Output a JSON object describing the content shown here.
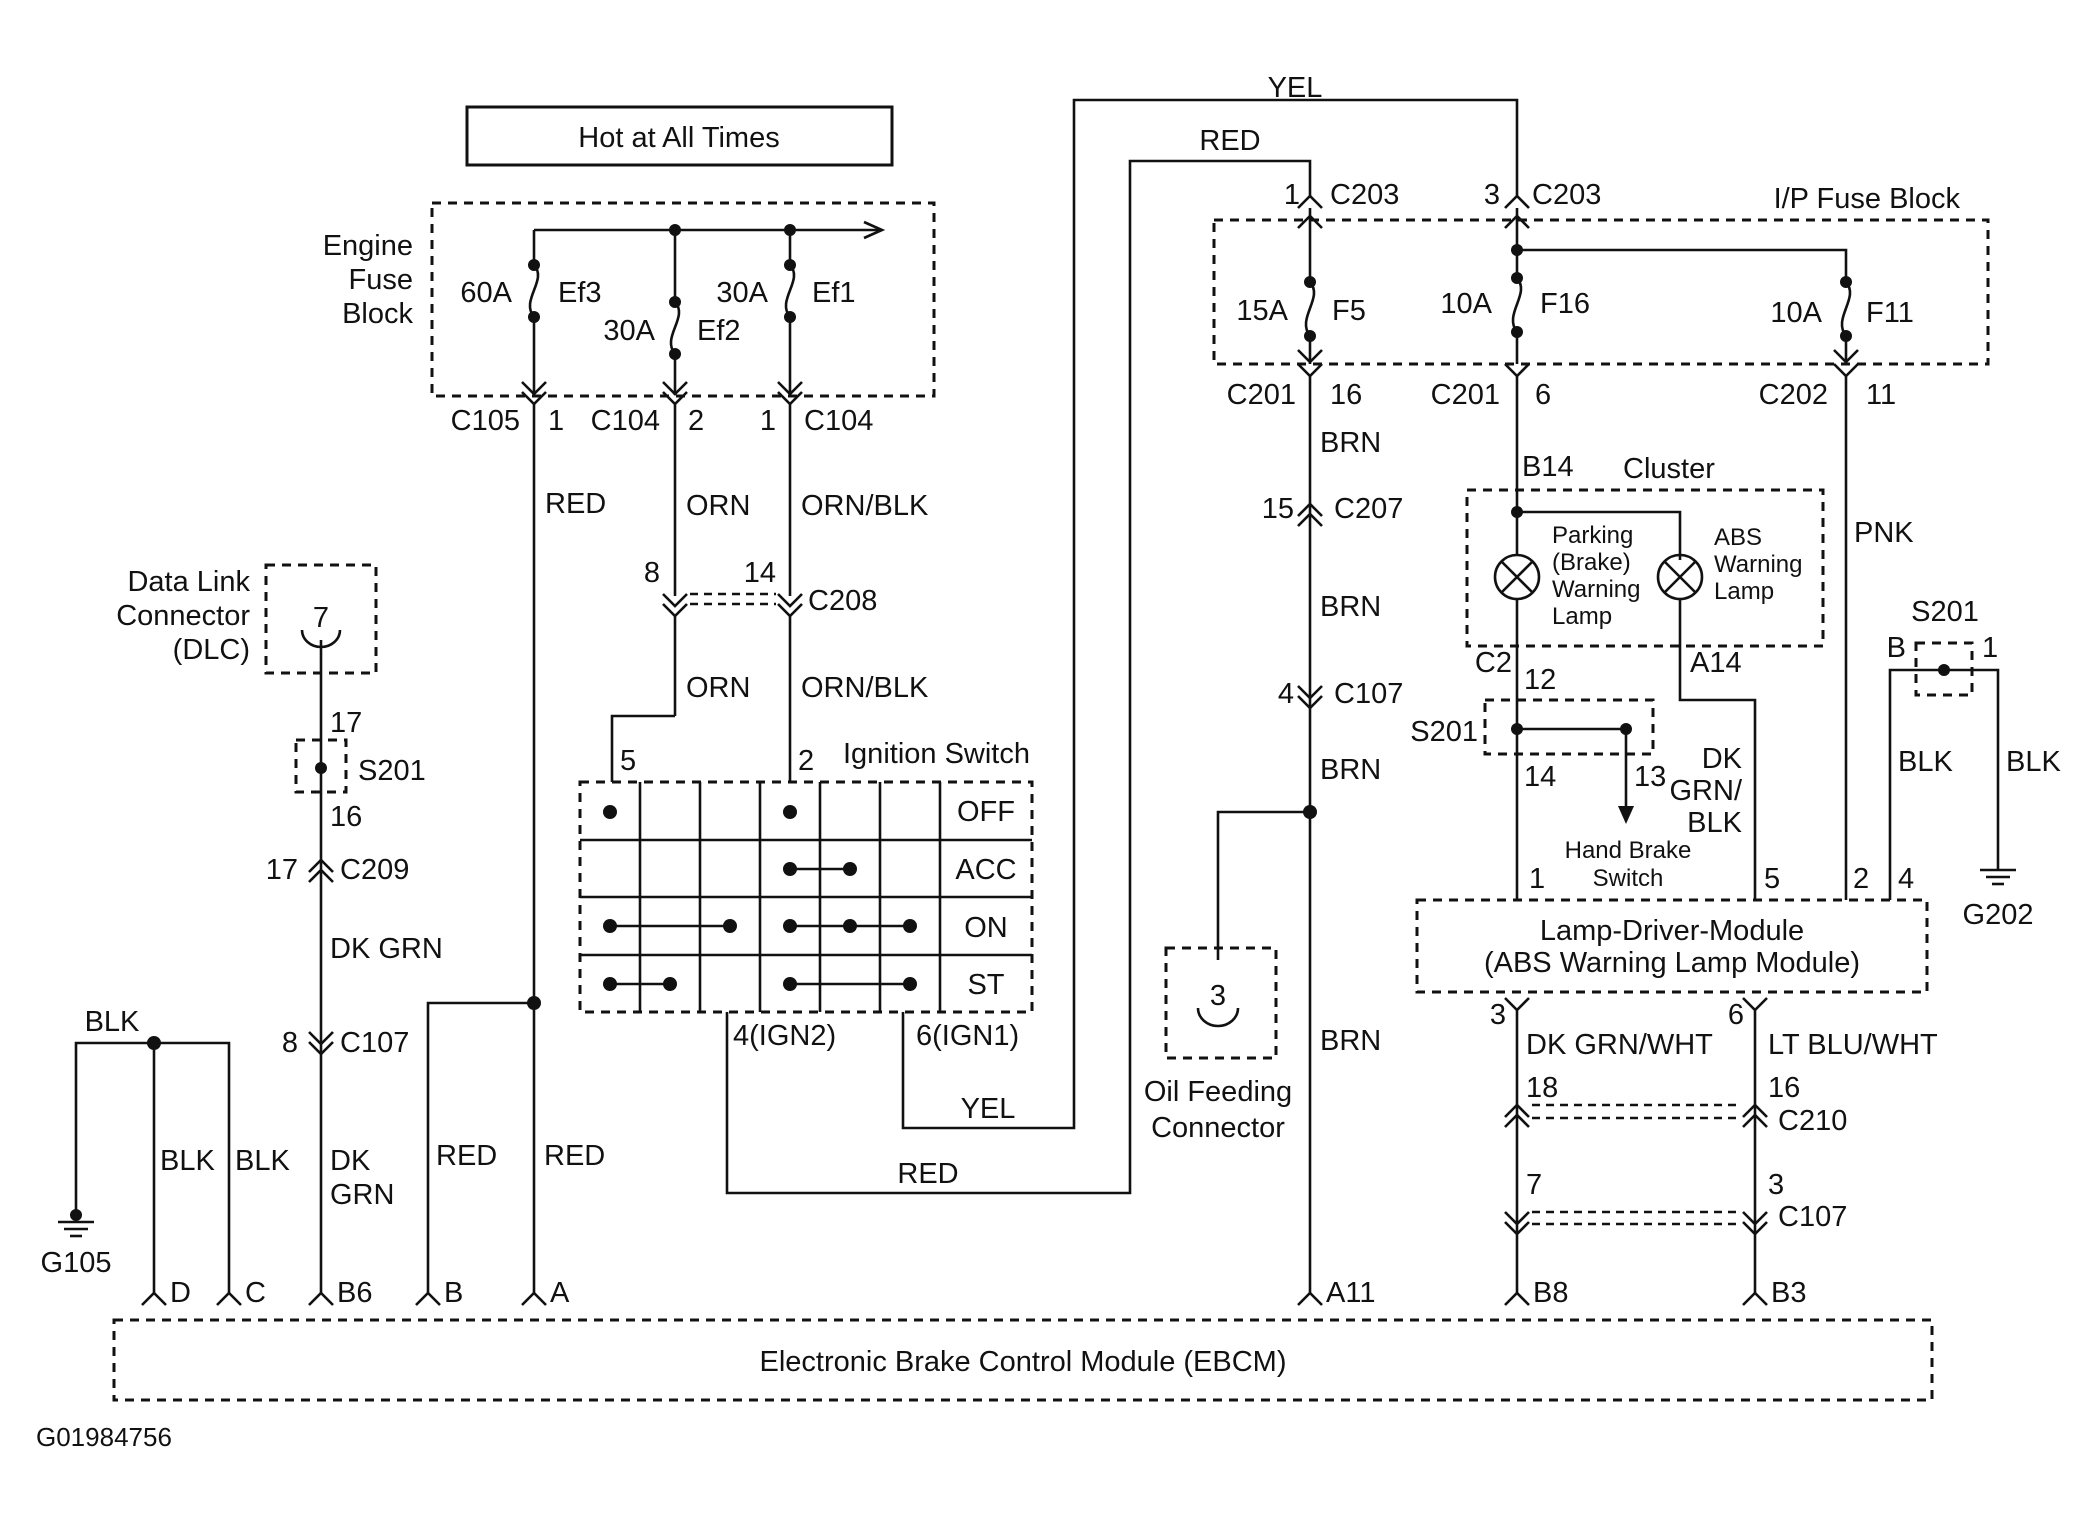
{
  "header": {
    "title": "Hot at All Times"
  },
  "engine_fuse_block": {
    "label_lines": [
      "Engine",
      "Fuse",
      "Block"
    ],
    "fuses": [
      {
        "amp": "60A",
        "name": "Ef3"
      },
      {
        "amp": "30A",
        "name": "Ef2"
      },
      {
        "amp": "30A",
        "name": "Ef1"
      }
    ]
  },
  "ip_fuse_block": {
    "label": "I/P Fuse Block",
    "fuses": [
      {
        "amp": "15A",
        "name": "F5"
      },
      {
        "amp": "10A",
        "name": "F16"
      },
      {
        "amp": "10A",
        "name": "F11"
      }
    ]
  },
  "connectors": {
    "c105": {
      "name": "C105",
      "pin": "1"
    },
    "c104a": {
      "name": "C104",
      "pin": "2"
    },
    "c104b": {
      "name": "C104",
      "pin": "1"
    },
    "c208": {
      "name": "C208",
      "pin_a": "8",
      "pin_b": "14"
    },
    "c203a": {
      "name": "C203",
      "pin": "1"
    },
    "c203b": {
      "name": "C203",
      "pin": "3"
    },
    "c201a": {
      "name": "C201",
      "pin": "16"
    },
    "c201b": {
      "name": "C201",
      "pin": "6"
    },
    "c202": {
      "name": "C202",
      "pin": "11"
    },
    "c207": {
      "name": "C207",
      "pin": "15"
    },
    "c107_brn": {
      "name": "C107",
      "pin": "4"
    },
    "c209": {
      "name": "C209",
      "pin": "17"
    },
    "c107_dkgrn": {
      "name": "C107",
      "pin": "8"
    },
    "c210": {
      "name": "C210",
      "pin_a": "18",
      "pin_b": "16"
    },
    "c107_lower": {
      "name": "C107",
      "pin_a": "7",
      "pin_b": "3"
    }
  },
  "wires": {
    "red": "RED",
    "orn": "ORN",
    "orn_blk": "ORN/BLK",
    "yel": "YEL",
    "brn": "BRN",
    "pnk": "PNK",
    "blk": "BLK",
    "dk_grn": "DK GRN",
    "dk_grn_split": [
      "DK",
      "GRN"
    ],
    "dk_grn_blk": [
      "DK",
      "GRN/",
      "BLK"
    ],
    "dk_grn_wht": "DK GRN/WHT",
    "lt_blu_wht": "LT BLU/WHT"
  },
  "dlc": {
    "label_lines": [
      "Data Link",
      "Connector",
      "(DLC)"
    ],
    "pin": "7",
    "pin_out": "17"
  },
  "splice_s201_left": {
    "name": "S201",
    "pin_top": "17",
    "pin_bottom": "16"
  },
  "ignition_switch": {
    "label": "Ignition Switch",
    "positions": [
      "OFF",
      "ACC",
      "ON",
      "ST"
    ],
    "pin_left": "5",
    "pin_right": "2",
    "out_left": "4(IGN2)",
    "out_right": "6(IGN1)"
  },
  "cluster": {
    "label": "Cluster",
    "pin_in": "B14",
    "pin_c2": "C2",
    "pin_a14": "A14",
    "lamp1_lines": [
      "Parking",
      "(Brake)",
      "Warning",
      "Lamp"
    ],
    "lamp2_lines": [
      "ABS",
      "Warning",
      "Lamp"
    ]
  },
  "splice_s201_mid": {
    "name": "S201",
    "pin_top": "12",
    "pin_bottom": "14",
    "pin_side": "13"
  },
  "hand_brake_switch": {
    "label_lines": [
      "Hand Brake",
      "Switch"
    ]
  },
  "splice_s201_right": {
    "name": "S201",
    "pin_b": "B",
    "pin_1": "1"
  },
  "lamp_driver_module": {
    "line1": "Lamp-Driver-Module",
    "line2": "(ABS Warning Lamp Module)",
    "pins_top": [
      "1",
      "5",
      "2",
      "4"
    ],
    "pins_bottom": [
      "3",
      "6"
    ]
  },
  "oil_feeding_connector": {
    "label_lines": [
      "Oil Feeding",
      "Connector"
    ],
    "pin": "3"
  },
  "grounds": {
    "g105": "G105",
    "g202": "G202"
  },
  "ebcm": {
    "label": "Electronic Brake Control Module (EBCM)",
    "pins": [
      "D",
      "C",
      "B6",
      "B",
      "A",
      "A11",
      "B8",
      "B3"
    ]
  },
  "figure_id": "G01984756"
}
